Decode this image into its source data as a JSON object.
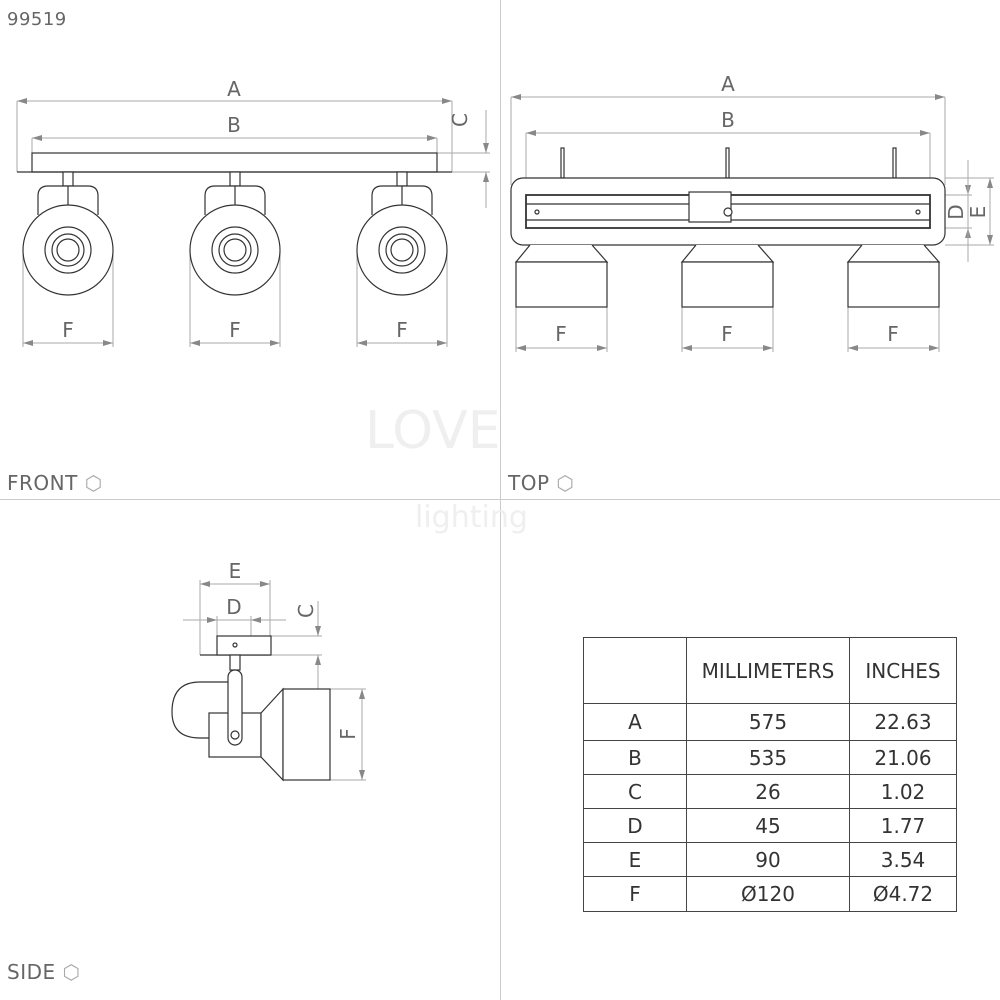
{
  "product_code": "99519",
  "views": {
    "front": "FRONT",
    "top": "TOP",
    "side": "SIDE"
  },
  "watermark": {
    "brand": "LOVE",
    "sub": "lighting"
  },
  "dim_letters": {
    "A": "A",
    "B": "B",
    "C": "C",
    "D": "D",
    "E": "E",
    "F": "F"
  },
  "table": {
    "headers": [
      "",
      "MILLIMETERS",
      "INCHES"
    ],
    "rows": [
      {
        "dim": "A",
        "mm": "575",
        "in": "22.63"
      },
      {
        "dim": "B",
        "mm": "535",
        "in": "21.06"
      },
      {
        "dim": "C",
        "mm": "26",
        "in": "1.02"
      },
      {
        "dim": "D",
        "mm": "45",
        "in": "1.77"
      },
      {
        "dim": "E",
        "mm": "90",
        "in": "3.54"
      },
      {
        "dim": "F",
        "mm": "Ø120",
        "in": "Ø4.72"
      }
    ]
  }
}
